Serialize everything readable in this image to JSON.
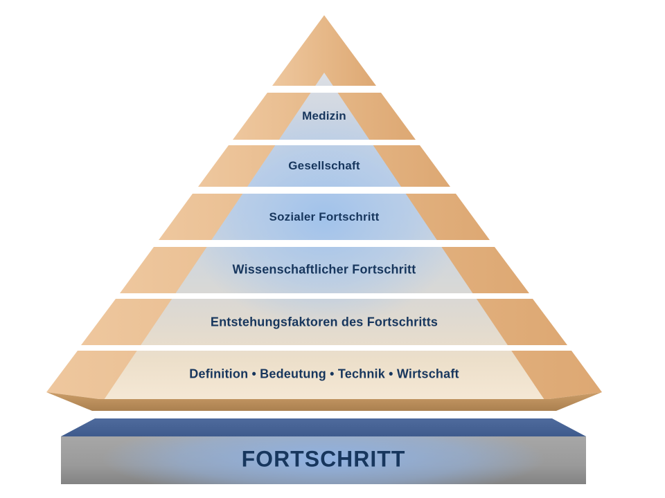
{
  "diagram": {
    "type": "pyramid",
    "levels": [
      {
        "label": ""
      },
      {
        "label": "Medizin"
      },
      {
        "label": "Gesellschaft"
      },
      {
        "label": "Sozialer Fortschritt"
      },
      {
        "label": "Wissenschaftlicher Fortschritt"
      },
      {
        "label": "Entstehungsfaktoren des Fortschritts"
      },
      {
        "label": "Definition • Bedeutung • Technik • Wirtschaft"
      }
    ],
    "base_title": "FORTSCHRITT",
    "colors": {
      "band_orange": "#e6b786",
      "inner_highlight_blue": "#aec9ea",
      "inner_cream": "#f5e8d5",
      "label_navy": "#17365d",
      "base_top_blue": "#46639a",
      "base_front_gray": "#9a9a9a",
      "base_glow_blue": "#8fb3e6",
      "bevel_tan": "#b98d5c",
      "background": "#ffffff"
    }
  }
}
